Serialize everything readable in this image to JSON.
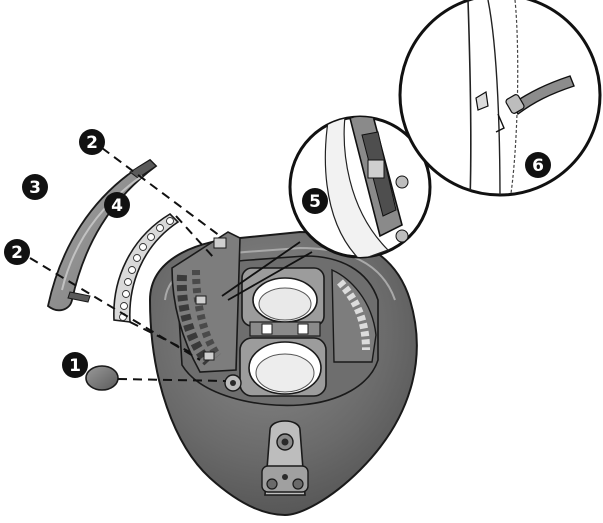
{
  "callouts": {
    "c1": "1",
    "c2a": "2",
    "c2b": "2",
    "c3": "3",
    "c4": "4",
    "c5": "5",
    "c6": "6"
  },
  "colors": {
    "badge": "#111111",
    "badge_text": "#ffffff",
    "housing_dark": "#5c5c5c",
    "housing_mid": "#8a8a8a",
    "housing_light": "#b8b8b8",
    "cover_panel": "#8e8e8e",
    "filter_light": "#d6d6d6",
    "outline": "#1a1a1a",
    "background": "#ffffff"
  }
}
